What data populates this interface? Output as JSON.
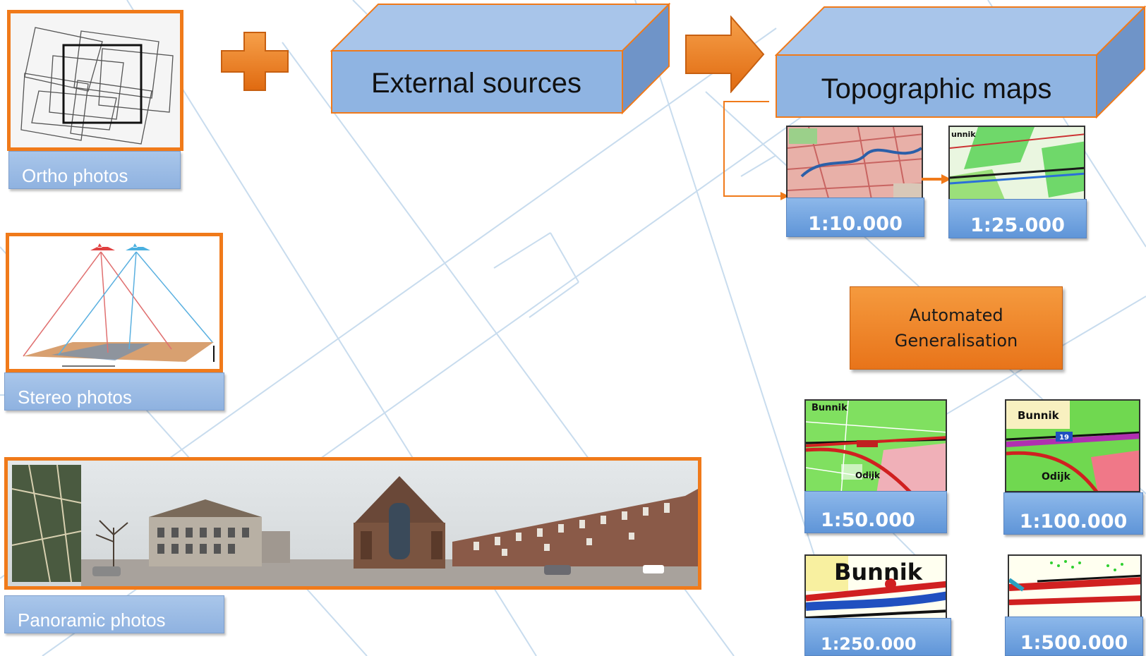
{
  "sources": {
    "ortho": {
      "label": "Ortho photos"
    },
    "stereo": {
      "label": "Stereo photos"
    },
    "panoramic": {
      "label": "Panoramic photos"
    }
  },
  "external_sources": {
    "label": "External sources"
  },
  "topographic_maps": {
    "label": "Topographic maps"
  },
  "generalisation": {
    "line1": "Automated",
    "line2": "Generalisation"
  },
  "map_scales": [
    {
      "label": "1:10.000"
    },
    {
      "label": "1:25.000"
    },
    {
      "label": "1:50.000"
    },
    {
      "label": "1:100.000"
    },
    {
      "label": "1:250.000"
    },
    {
      "label": "1:500.000"
    }
  ],
  "map_text": {
    "bunnik": "Bunnik",
    "unnik": "unnik",
    "odijk": "Odijk",
    "route": "19"
  },
  "colors": {
    "accent_orange": "#f07a1a",
    "box_blue": "#9dbde6",
    "label_blue": "#7ea8e0"
  },
  "icons": [
    "plus-icon",
    "arrow-right-icon",
    "airplane-icon"
  ]
}
